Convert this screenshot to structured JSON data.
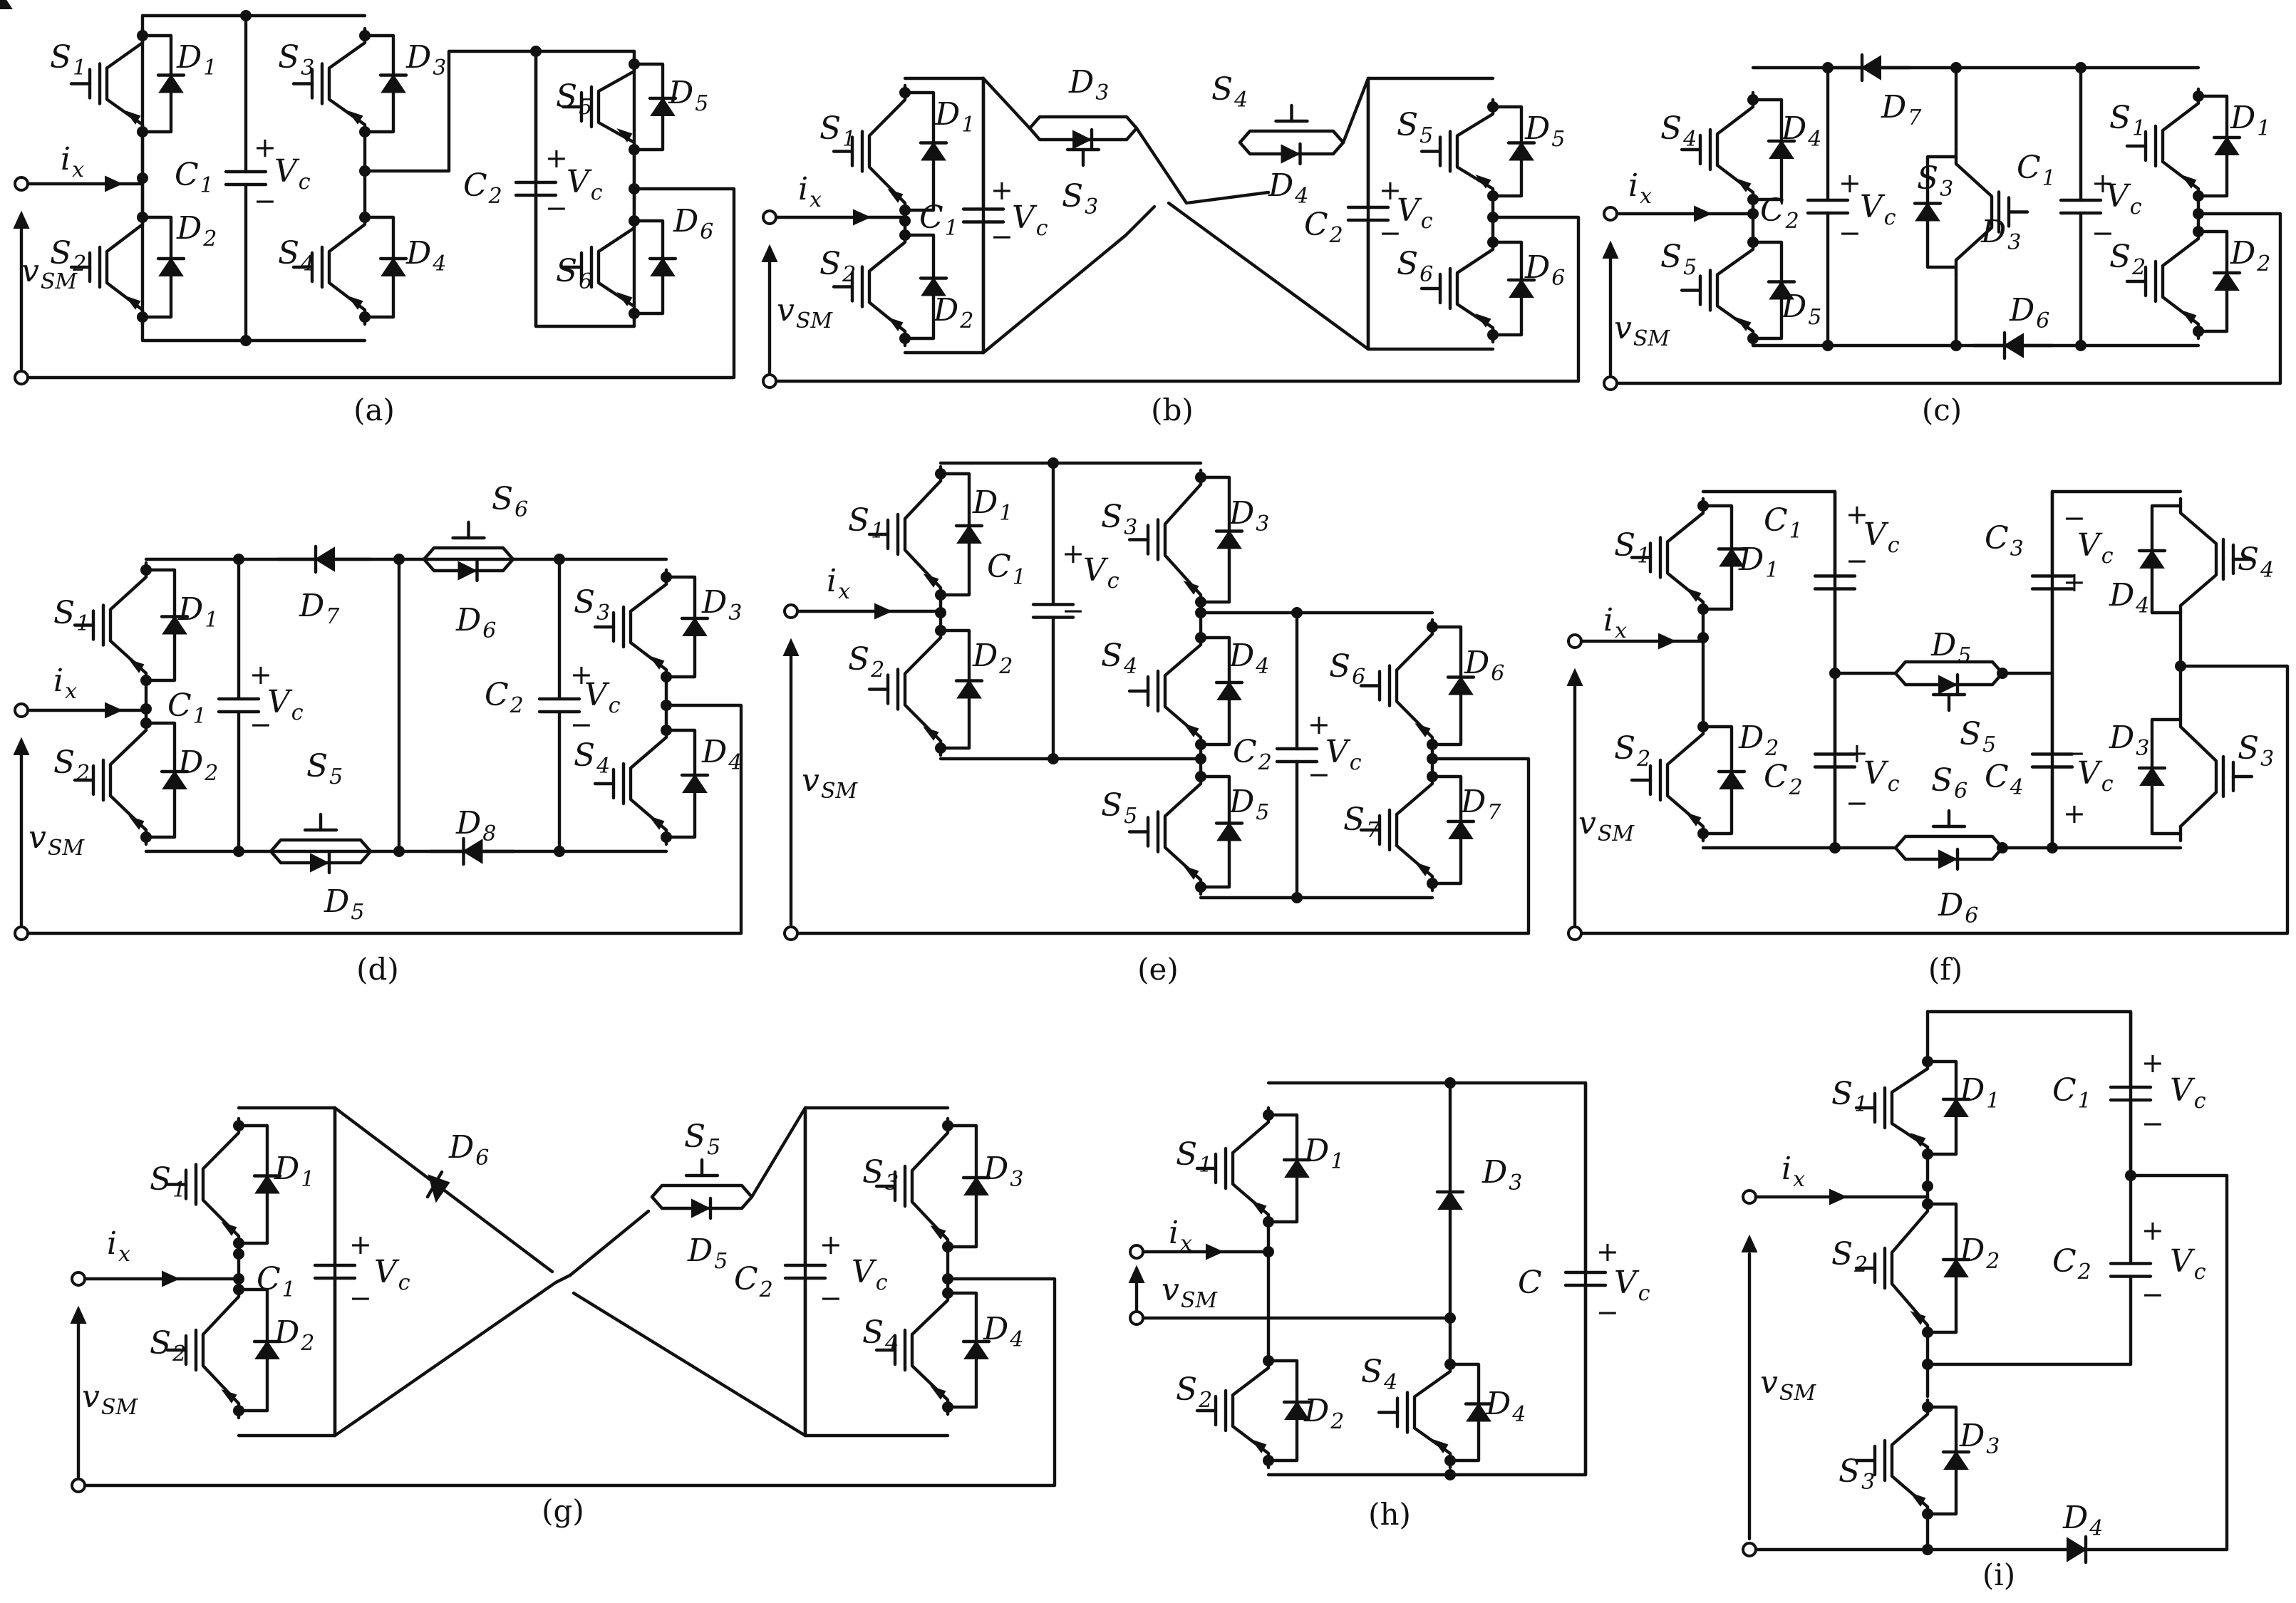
{
  "figure": {
    "captions": [
      "(a)",
      "(b)",
      "(c)",
      "(d)",
      "(e)",
      "(f)",
      "(g)",
      "(h)",
      "(i)"
    ],
    "panels": [
      {
        "id": "a",
        "switches": [
          [
            "S",
            "1"
          ],
          [
            "S",
            "2"
          ],
          [
            "S",
            "3"
          ],
          [
            "S",
            "4"
          ],
          [
            "S",
            "5"
          ],
          [
            "S",
            "6"
          ]
        ],
        "diodes": [
          [
            "D",
            "1"
          ],
          [
            "D",
            "2"
          ],
          [
            "D",
            "3"
          ],
          [
            "D",
            "4"
          ],
          [
            "D",
            "5"
          ],
          [
            "D",
            "6"
          ]
        ],
        "capacitors": [
          [
            "C",
            "1"
          ],
          [
            "C",
            "2"
          ]
        ],
        "voltages": [
          [
            "V",
            "c"
          ],
          [
            "V",
            "c"
          ]
        ]
      },
      {
        "id": "b",
        "switches": [
          [
            "S",
            "1"
          ],
          [
            "S",
            "2"
          ],
          [
            "S",
            "3"
          ],
          [
            "S",
            "4"
          ],
          [
            "S",
            "5"
          ],
          [
            "S",
            "6"
          ]
        ],
        "diodes": [
          [
            "D",
            "1"
          ],
          [
            "D",
            "2"
          ],
          [
            "D",
            "3"
          ],
          [
            "D",
            "4"
          ],
          [
            "D",
            "5"
          ],
          [
            "D",
            "6"
          ]
        ],
        "capacitors": [
          [
            "C",
            "1"
          ],
          [
            "C",
            "2"
          ]
        ],
        "voltages": [
          [
            "V",
            "c"
          ],
          [
            "V",
            "c"
          ]
        ]
      },
      {
        "id": "c",
        "switches": [
          [
            "S",
            "4"
          ],
          [
            "S",
            "5"
          ],
          [
            "S",
            "3"
          ],
          [
            "S",
            "1"
          ],
          [
            "S",
            "2"
          ]
        ],
        "diodes": [
          [
            "D",
            "4"
          ],
          [
            "D",
            "5"
          ],
          [
            "D",
            "7"
          ],
          [
            "D",
            "3"
          ],
          [
            "D",
            "6"
          ],
          [
            "D",
            "1"
          ],
          [
            "D",
            "2"
          ]
        ],
        "capacitors": [
          [
            "C",
            "2"
          ],
          [
            "C",
            "1"
          ]
        ],
        "voltages": [
          [
            "V",
            "c"
          ],
          [
            "V",
            "c"
          ]
        ]
      },
      {
        "id": "d",
        "switches": [
          [
            "S",
            "1"
          ],
          [
            "S",
            "2"
          ],
          [
            "S",
            "6"
          ],
          [
            "S",
            "5"
          ],
          [
            "S",
            "3"
          ],
          [
            "S",
            "4"
          ]
        ],
        "diodes": [
          [
            "D",
            "1"
          ],
          [
            "D",
            "2"
          ],
          [
            "D",
            "7"
          ],
          [
            "D",
            "6"
          ],
          [
            "D",
            "8"
          ],
          [
            "D",
            "5"
          ],
          [
            "D",
            "3"
          ],
          [
            "D",
            "4"
          ]
        ],
        "capacitors": [
          [
            "C",
            "1"
          ],
          [
            "C",
            "2"
          ]
        ],
        "voltages": [
          [
            "V",
            "c"
          ],
          [
            "V",
            "c"
          ]
        ]
      },
      {
        "id": "e",
        "switches": [
          [
            "S",
            "1"
          ],
          [
            "S",
            "2"
          ],
          [
            "S",
            "3"
          ],
          [
            "S",
            "4"
          ],
          [
            "S",
            "5"
          ],
          [
            "S",
            "6"
          ],
          [
            "S",
            "7"
          ]
        ],
        "diodes": [
          [
            "D",
            "1"
          ],
          [
            "D",
            "2"
          ],
          [
            "D",
            "3"
          ],
          [
            "D",
            "4"
          ],
          [
            "D",
            "5"
          ],
          [
            "D",
            "6"
          ],
          [
            "D",
            "7"
          ]
        ],
        "capacitors": [
          [
            "C",
            "1"
          ],
          [
            "C",
            "2"
          ]
        ],
        "voltages": [
          [
            "V",
            "c"
          ],
          [
            "V",
            "c"
          ]
        ]
      },
      {
        "id": "f",
        "switches": [
          [
            "S",
            "1"
          ],
          [
            "S",
            "2"
          ],
          [
            "S",
            "5"
          ],
          [
            "S",
            "6"
          ],
          [
            "S",
            "4"
          ],
          [
            "S",
            "3"
          ]
        ],
        "diodes": [
          [
            "D",
            "1"
          ],
          [
            "D",
            "2"
          ],
          [
            "D",
            "5"
          ],
          [
            "D",
            "6"
          ],
          [
            "D",
            "4"
          ],
          [
            "D",
            "3"
          ]
        ],
        "capacitors": [
          [
            "C",
            "1"
          ],
          [
            "C",
            "2"
          ],
          [
            "C",
            "3"
          ],
          [
            "C",
            "4"
          ]
        ],
        "voltages": [
          [
            "V",
            "c"
          ],
          [
            "V",
            "c"
          ],
          [
            "V",
            "c"
          ],
          [
            "V",
            "c"
          ]
        ]
      },
      {
        "id": "g",
        "switches": [
          [
            "S",
            "1"
          ],
          [
            "S",
            "2"
          ],
          [
            "S",
            "5"
          ],
          [
            "S",
            "3"
          ],
          [
            "S",
            "4"
          ]
        ],
        "diodes": [
          [
            "D",
            "1"
          ],
          [
            "D",
            "2"
          ],
          [
            "D",
            "6"
          ],
          [
            "D",
            "5"
          ],
          [
            "D",
            "3"
          ],
          [
            "D",
            "4"
          ]
        ],
        "capacitors": [
          [
            "C",
            "1"
          ],
          [
            "C",
            "2"
          ]
        ],
        "voltages": [
          [
            "V",
            "c"
          ],
          [
            "V",
            "c"
          ]
        ]
      },
      {
        "id": "h",
        "switches": [
          [
            "S",
            "1"
          ],
          [
            "S",
            "2"
          ],
          [
            "S",
            "4"
          ]
        ],
        "diodes": [
          [
            "D",
            "1"
          ],
          [
            "D",
            "2"
          ],
          [
            "D",
            "3"
          ],
          [
            "D",
            "4"
          ]
        ],
        "capacitors": [
          [
            "C",
            ""
          ]
        ],
        "voltages": [
          [
            "V",
            "c"
          ]
        ]
      },
      {
        "id": "i",
        "switches": [
          [
            "S",
            "1"
          ],
          [
            "S",
            "2"
          ],
          [
            "S",
            "3"
          ]
        ],
        "diodes": [
          [
            "D",
            "1"
          ],
          [
            "D",
            "2"
          ],
          [
            "D",
            "3"
          ],
          [
            "D",
            "4"
          ]
        ],
        "capacitors": [
          [
            "C",
            "1"
          ],
          [
            "C",
            "2"
          ]
        ],
        "voltages": [
          [
            "V",
            "c"
          ],
          [
            "V",
            "c"
          ]
        ]
      }
    ],
    "terminal_labels": {
      "current": [
        "i",
        "x"
      ],
      "voltage": [
        "v",
        "SM"
      ]
    },
    "polarity": {
      "plus": "+",
      "minus": "−"
    }
  }
}
